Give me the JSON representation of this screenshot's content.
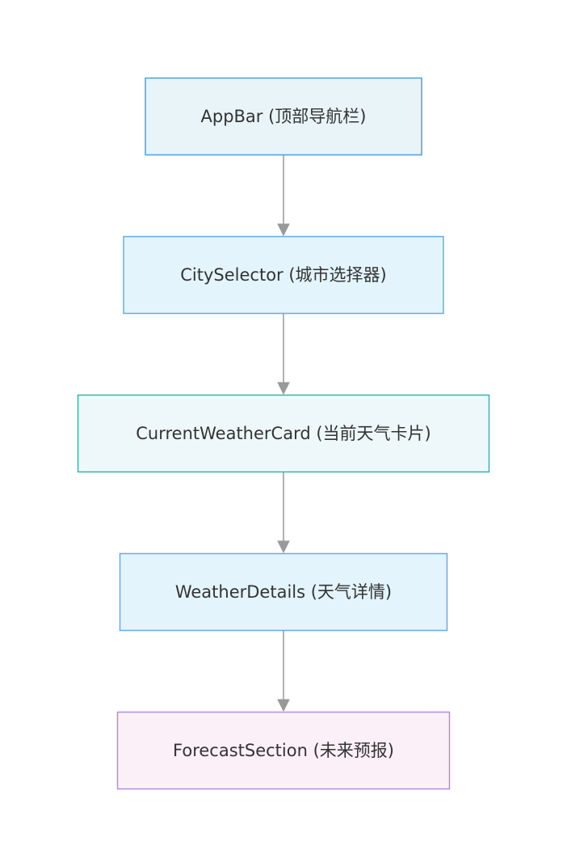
{
  "diagram": {
    "type": "flowchart",
    "direction": "top-to-bottom",
    "nodes": [
      {
        "id": "appbar",
        "label": "AppBar (顶部导航栏)",
        "fill": "#e8f4f8",
        "stroke": "#4a9fe0"
      },
      {
        "id": "cityselector",
        "label": "CitySelector (城市选择器)",
        "fill": "#e3f4fc",
        "stroke": "#6aa8ec"
      },
      {
        "id": "currentweathercard",
        "label": "CurrentWeatherCard (当前天气卡片)",
        "fill": "#eef8fa",
        "stroke": "#3fb2aa"
      },
      {
        "id": "weatherdetails",
        "label": "WeatherDetails (天气详情)",
        "fill": "#e3f4fc",
        "stroke": "#6aa8ec"
      },
      {
        "id": "forecastsection",
        "label": "ForecastSection (未来预报)",
        "fill": "#fcf0f8",
        "stroke": "#b38de0"
      }
    ],
    "edges": [
      {
        "from": "appbar",
        "to": "cityselector"
      },
      {
        "from": "cityselector",
        "to": "currentweathercard"
      },
      {
        "from": "currentweathercard",
        "to": "weatherdetails"
      },
      {
        "from": "weatherdetails",
        "to": "forecastsection"
      }
    ]
  }
}
